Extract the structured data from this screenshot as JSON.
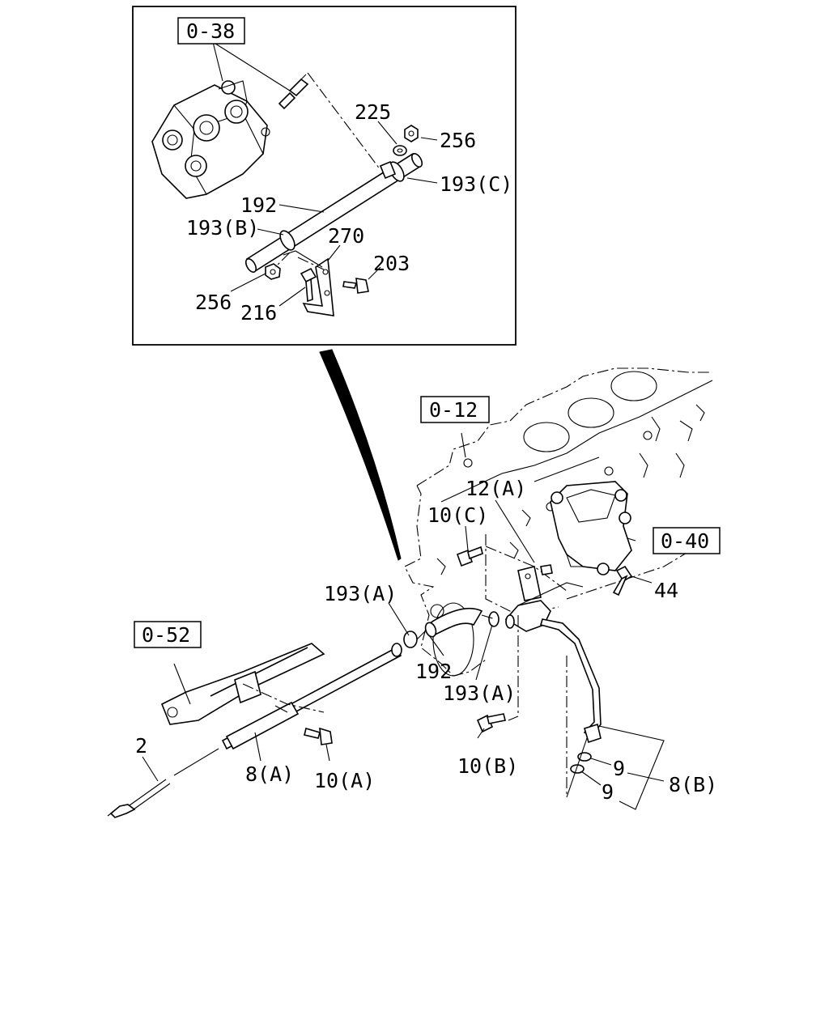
{
  "diagram": {
    "ref_labels": {
      "r038": "0-38",
      "r012": "0-12",
      "r040": "0-40",
      "r052": "0-52"
    },
    "callouts": {
      "c225": "225",
      "c256a": "256",
      "c193c": "193(C)",
      "c192a": "192",
      "c193b": "193(B)",
      "c270": "270",
      "c203": "203",
      "c256b": "256",
      "c216": "216",
      "c12a": "12(A)",
      "c10c": "10(C)",
      "c44": "44",
      "c193a1": "193(A)",
      "c192b": "192",
      "c193a2": "193(A)",
      "c10b": "10(B)",
      "c9a": "9",
      "c9b": "9",
      "c8b": "8(B)",
      "c2": "2",
      "c8a": "8(A)",
      "c10a": "10(A)"
    }
  }
}
